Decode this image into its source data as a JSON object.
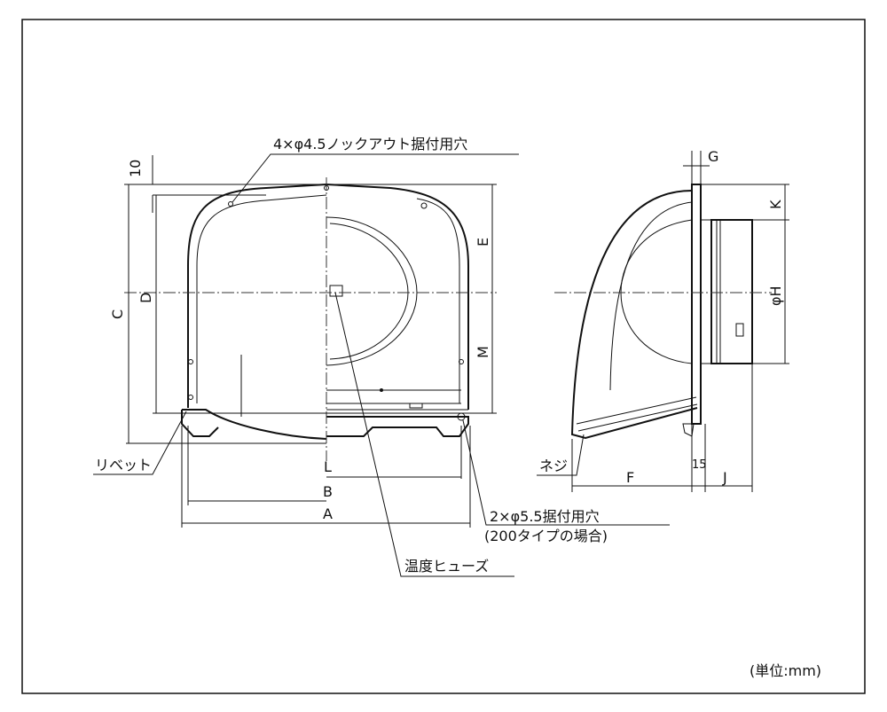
{
  "title": "外形寸法図",
  "callouts": {
    "knockout_holes": "4×φ4.5ノックアウト据付用穴",
    "rivet": "リベット",
    "mount_holes": "2×φ5.5据付用穴",
    "mount_holes_note": "(200タイプの場合)",
    "thermal_fuse": "温度ヒューズ",
    "screw": "ネジ"
  },
  "dimensions": {
    "ten": "10",
    "C": "C",
    "D": "D",
    "E": "E",
    "M": "M",
    "L": "L",
    "B": "B",
    "A": "A",
    "G": "G",
    "K": "K",
    "H": "φH",
    "F": "F",
    "fifteen": "15",
    "J": "J"
  },
  "unit_note": "(単位:mm)"
}
